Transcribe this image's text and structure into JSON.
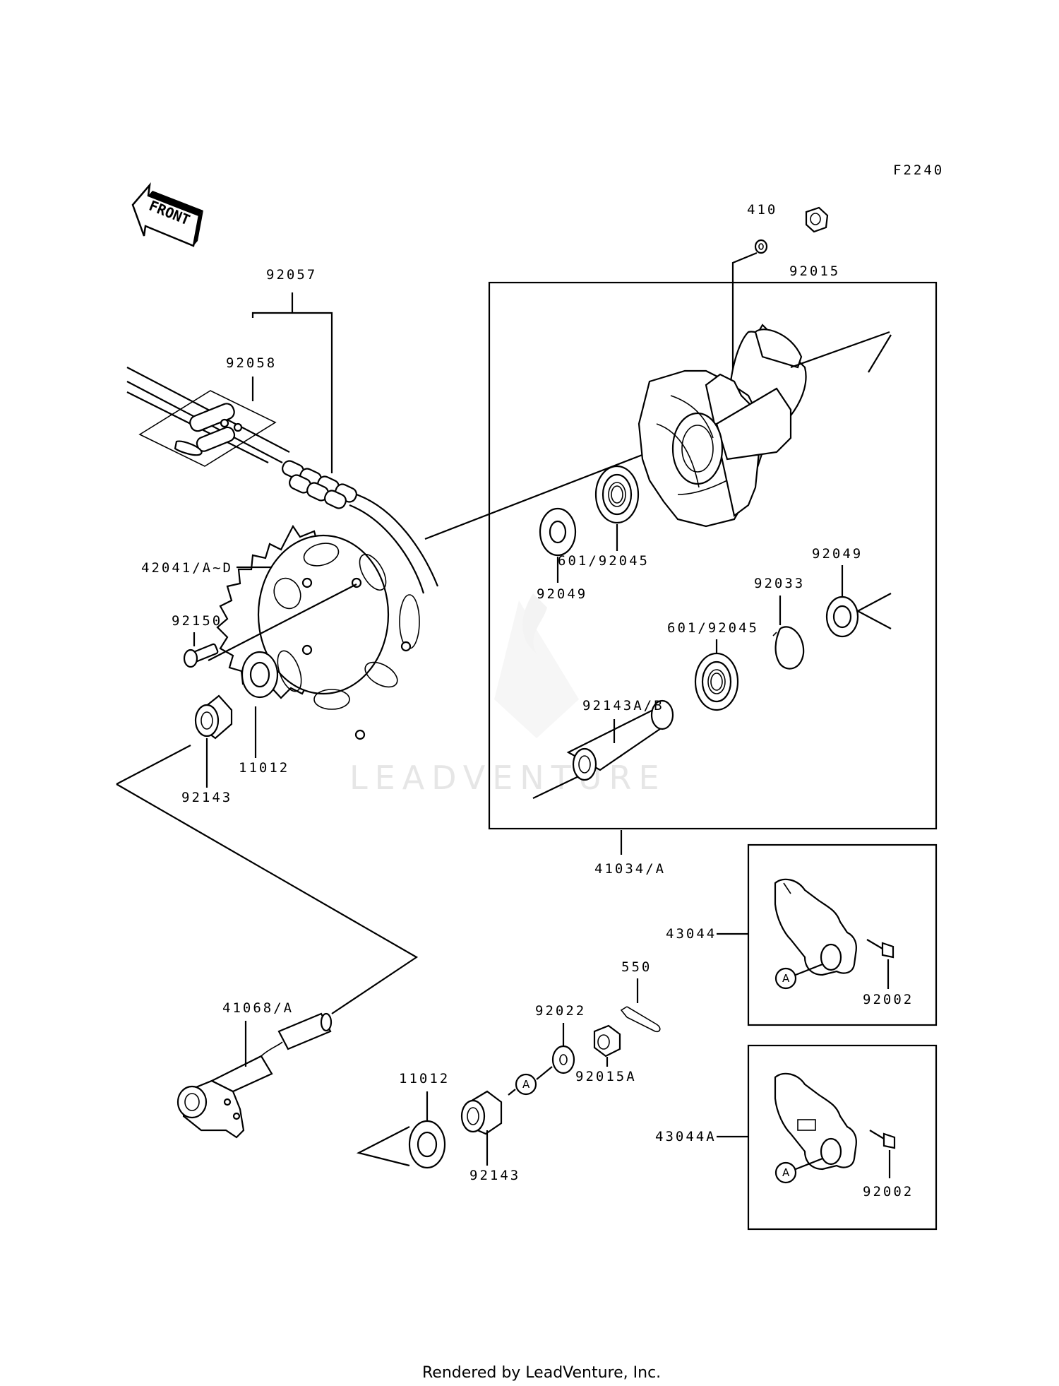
{
  "diagram_code": "F2240",
  "front_arrow_text": "FRONT",
  "watermark": "LEADVENTURE",
  "footer": "Rendered by LeadVenture, Inc.",
  "callout_letter": "A",
  "labels": {
    "p410": "410",
    "p92015": "92015",
    "p92057": "92057",
    "p92058": "92058",
    "p42041": "42041/A~D",
    "p92150": "92150",
    "p11012_top": "11012",
    "p92143_top": "92143",
    "p92049_left": "92049",
    "p601_left": "601/92045",
    "p92049_right": "92049",
    "p92033": "92033",
    "p601_right": "601/92045",
    "p92143ab": "92143A/B",
    "p41034": "41034/A",
    "p43044": "43044",
    "p92002_a": "92002",
    "p550": "550",
    "p92022": "92022",
    "p41068": "41068/A",
    "p11012_bottom": "11012",
    "p92015a": "92015A",
    "p92143_bottom": "92143",
    "p43044a": "43044A",
    "p92002_b": "92002"
  }
}
